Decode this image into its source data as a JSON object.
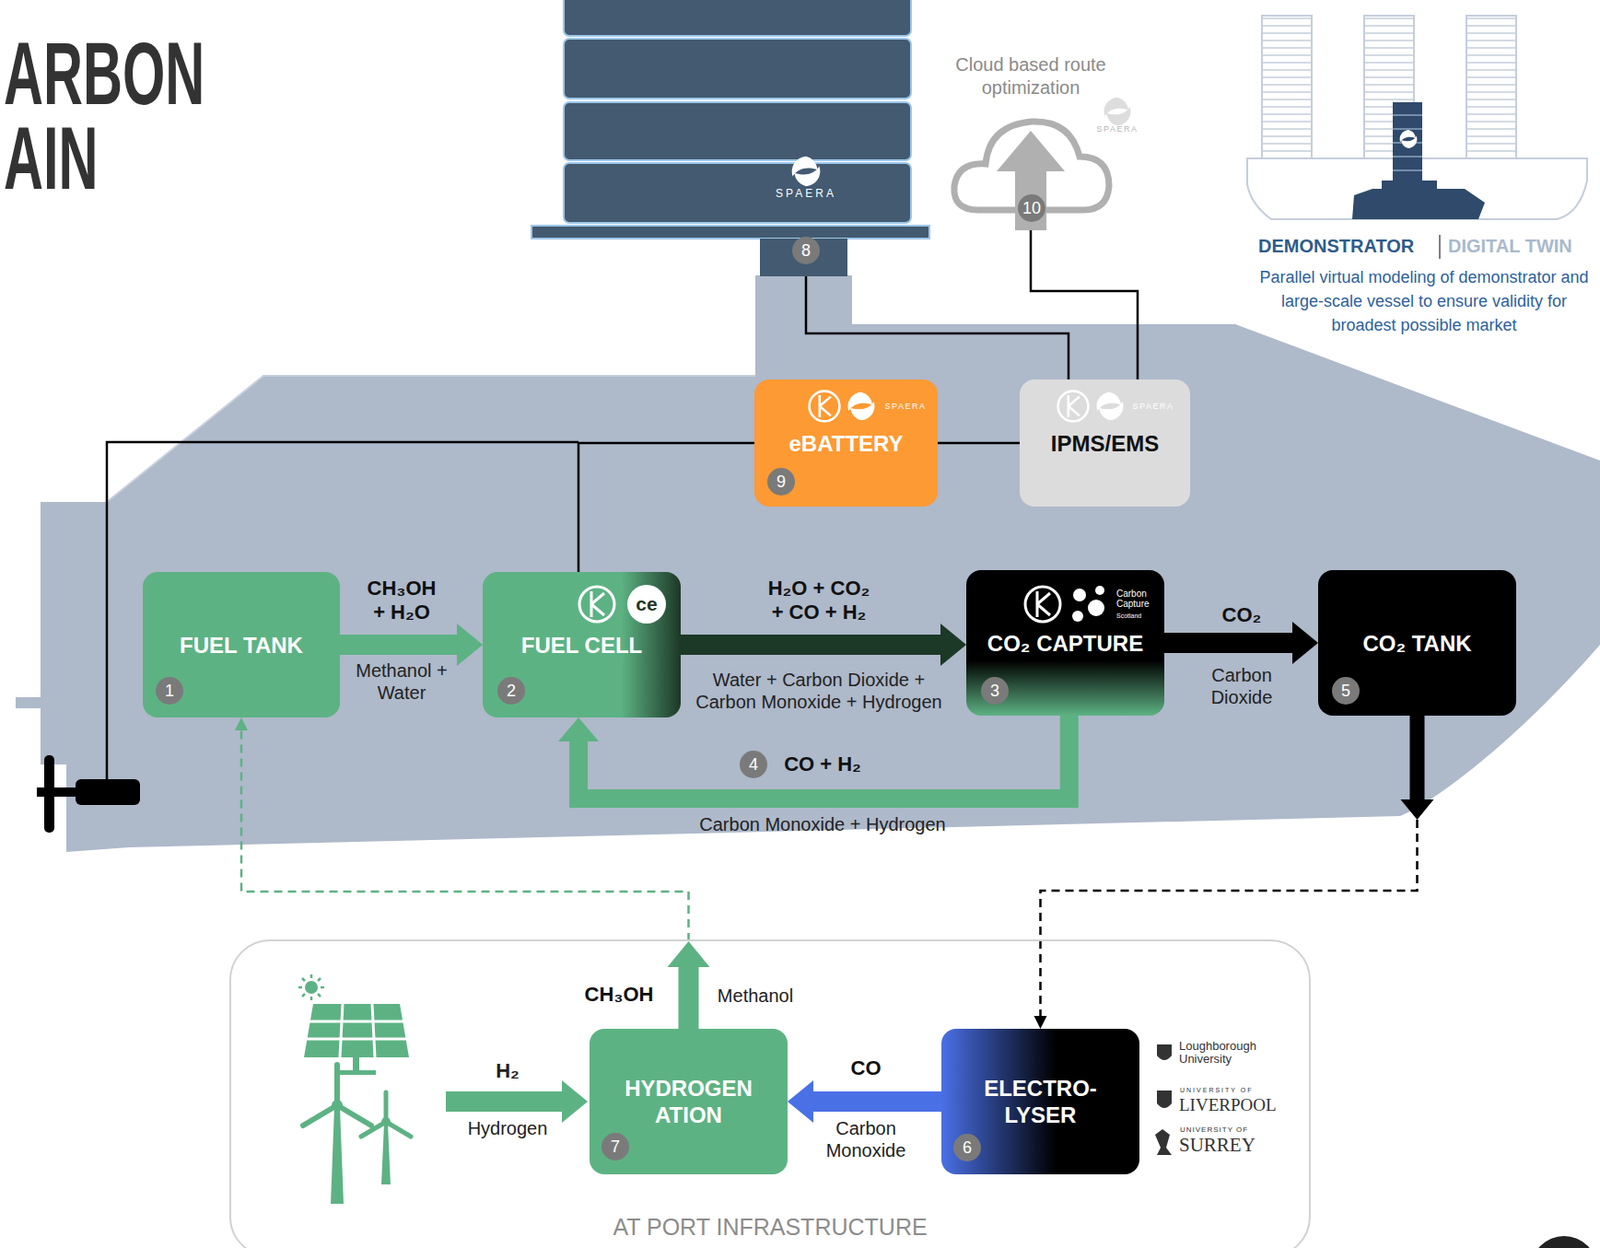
{
  "diagram": {
    "title": "ARBON AIN",
    "nodes": [
      {
        "text": [
          "FUEL TANK"
        ]
      },
      {
        "text": [
          "FUEL CELL"
        ]
      },
      {
        "text": [
          "CO₂ CAPTURE"
        ]
      },
      {
        "text": [
          "CO₂ TANK"
        ]
      },
      {
        "text": [
          "eBATTERY"
        ]
      },
      {
        "text": [
          "IPMS/EMS"
        ]
      },
      {
        "text": [
          "AT PORT INFRASTRUCTURE"
        ]
      },
      {
        "text": [
          "HYDROGEN ATION"
        ],
        "in": 6
      },
      {
        "text": [
          "ELECTRO- LYSER"
        ],
        "in": 6
      },
      {
        "text": [
          "Cloud based route optimization"
        ]
      },
      {
        "text": [
          "SPAERA"
        ]
      }
    ],
    "edges": [
      {
        "from": 0,
        "to": 1,
        "label": "CH₃OH + H₂O",
        "arrow": "to"
      },
      {
        "from": 1,
        "to": 2,
        "label": "H₂O + CO₂ + CO + H₂",
        "arrow": "to"
      },
      {
        "from": 2,
        "to": 3,
        "label": "CO₂",
        "arrow": "to"
      },
      {
        "from": 2,
        "to": 1,
        "label": "CO + H₂",
        "arrow": "to"
      },
      {
        "from": 3,
        "to": 8,
        "arrow": "to"
      },
      {
        "from": 8,
        "to": 7,
        "label": "CO",
        "arrow": "to"
      },
      {
        "from": 7,
        "to": 0,
        "label": "CH₃OH",
        "arrow": "to"
      },
      {
        "from": 4,
        "to": 1,
        "arrow": "none"
      },
      {
        "from": 4,
        "to": 5,
        "arrow": "none"
      },
      {
        "from": 10,
        "to": 5,
        "arrow": "none"
      },
      {
        "from": 9,
        "to": 5,
        "arrow": "none"
      }
    ],
    "labels": [
      "1",
      "2",
      "3",
      "4",
      "5",
      "6",
      "7",
      "8",
      "9",
      "10",
      "Methanol + Water",
      "Water + Carbon Dioxide + Carbon Monoxide + Hydrogen",
      "Carbon Dioxide",
      "Carbon Monoxide + Hydrogen",
      "Carbon Monoxide",
      "Methanol",
      "H₂",
      "Hydrogen",
      "ce",
      "Carbon Capture",
      "Scotland",
      "SPAERA",
      "SPAERA",
      "SPAERA",
      "DEMONSTRATOR",
      "DIGITAL TWIN",
      "Parallel virtual modeling of demonstrator and large-scale vessel to ensure validity for broadest possible market",
      "Loughborough University",
      "UNIVERSITY OF",
      "LIVERPOOL",
      "UNIVERSITY OF",
      "SURREY"
    ]
  }
}
